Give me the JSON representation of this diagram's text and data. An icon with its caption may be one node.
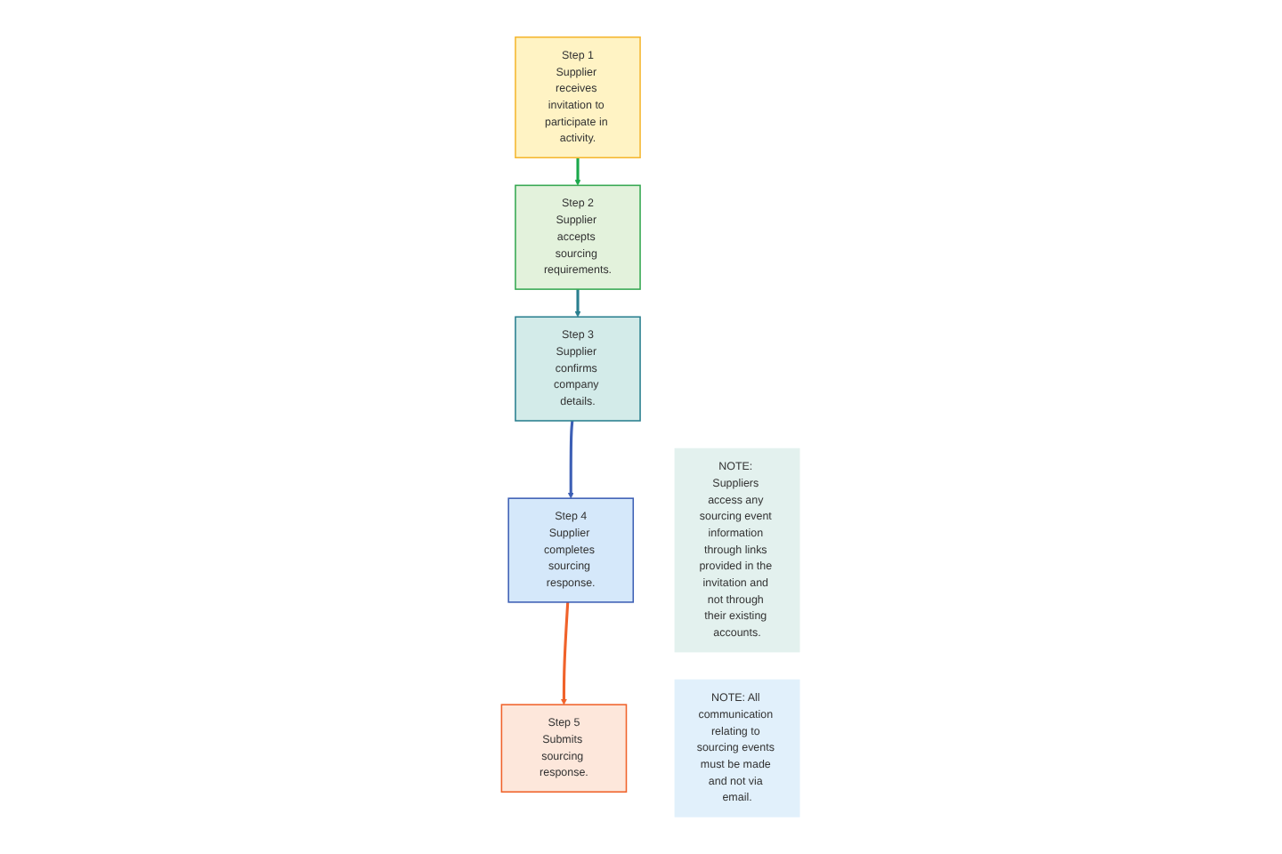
{
  "diagram": {
    "nodes": [
      {
        "text": [
          "Step 1",
          "Supplier receives invitation to participate in activity."
        ]
      },
      {
        "text": [
          "Step 2",
          "Supplier accepts sourcing requirements."
        ]
      },
      {
        "text": [
          "Step 3",
          "Supplier confirms company details."
        ]
      },
      {
        "text": [
          "Step 4",
          "Supplier completes sourcing response."
        ]
      },
      {
        "text": [
          "Step 5",
          "Submits sourcing response."
        ]
      },
      {
        "text": [
          "NOTE: Suppliers access any sourcing event information through links provided in the invitation and not through their existing accounts."
        ]
      },
      {
        "text": [
          "NOTE: All communication relating to sourcing events must be made and not via email."
        ]
      }
    ],
    "edges": [
      {
        "from": 0,
        "to": 1,
        "arrow": "to",
        "color": "#1aa84b"
      },
      {
        "from": 1,
        "to": 2,
        "arrow": "to",
        "color": "#2a7f8f"
      },
      {
        "from": 2,
        "to": 3,
        "arrow": "to",
        "color": "#3d5fb5"
      },
      {
        "from": 3,
        "to": 4,
        "arrow": "to",
        "color": "#f0622a"
      }
    ]
  }
}
